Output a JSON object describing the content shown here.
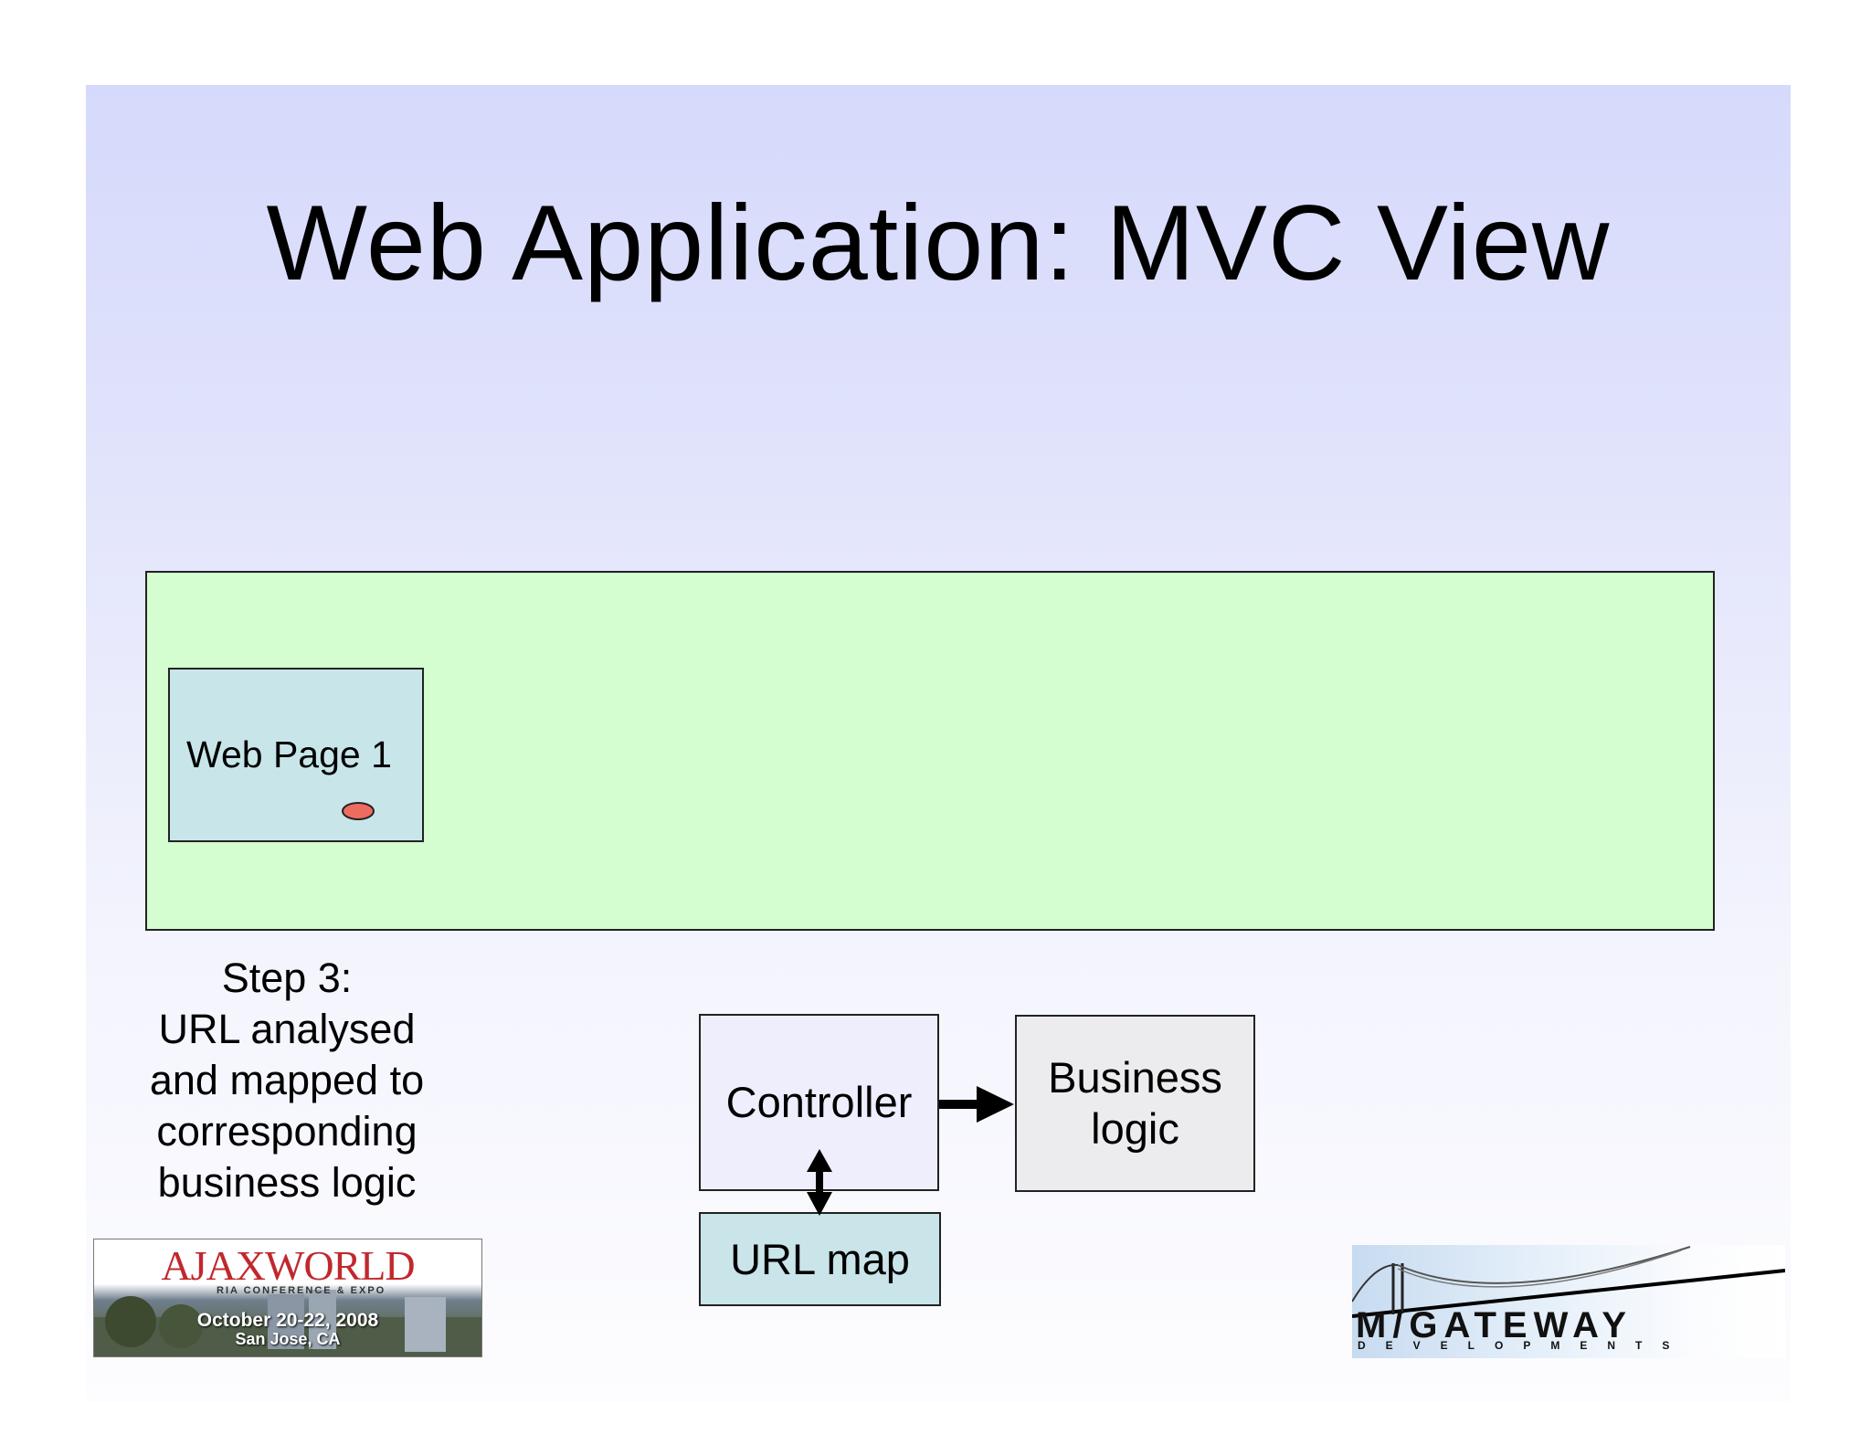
{
  "slide": {
    "title": "Web Application: MVC View"
  },
  "diagram": {
    "web_page_label": "Web Page 1",
    "step_lines": [
      "Step 3:",
      "URL analysed",
      "and mapped to",
      "corresponding",
      "business logic"
    ],
    "controller_label": "Controller",
    "business_lines": [
      "Business",
      "logic"
    ],
    "urlmap_label": "URL map"
  },
  "logos": {
    "ajax_title": "AJAXWORLD",
    "ajax_subtitle": "RIA CONFERENCE & EXPO",
    "ajax_date": "October 20-22, 2008",
    "ajax_city": "San Jose, CA",
    "mg_title": "M/GATEWAY",
    "mg_subtitle": "DEVELOPMENTS"
  },
  "colors": {
    "browser_area": "#d4fdd0",
    "web_page": "#c8e6ea",
    "controller": "#eeeefc",
    "business": "#ececee",
    "urlmap": "#c9e5ea",
    "dot": "#ee6b60"
  }
}
